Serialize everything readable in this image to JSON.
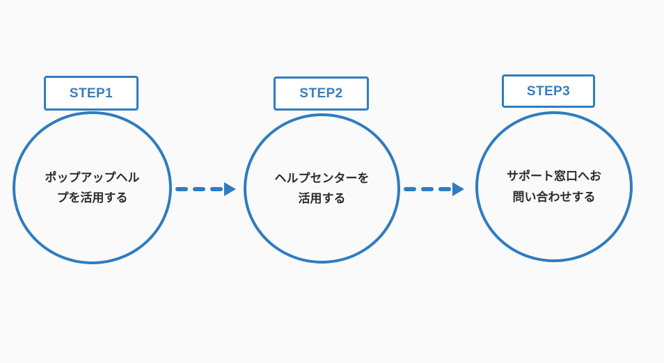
{
  "canvas": {
    "background_color": "#fafafa",
    "accent_color": "#2f7cc0",
    "label_text_color": "#3a7cbd",
    "body_text_color": "#2b2b2b"
  },
  "steps": [
    {
      "badge_label": "STEP1",
      "body_text": "ポップアップヘルプを活用する"
    },
    {
      "badge_label": "STEP2",
      "body_text": "ヘルプセンターを活用する"
    },
    {
      "badge_label": "STEP3",
      "body_text": "サポート窓口へお問い合わせする"
    }
  ],
  "connectors": [
    {
      "name": "arrow-step1-to-step2"
    },
    {
      "name": "arrow-step2-to-step3"
    }
  ]
}
